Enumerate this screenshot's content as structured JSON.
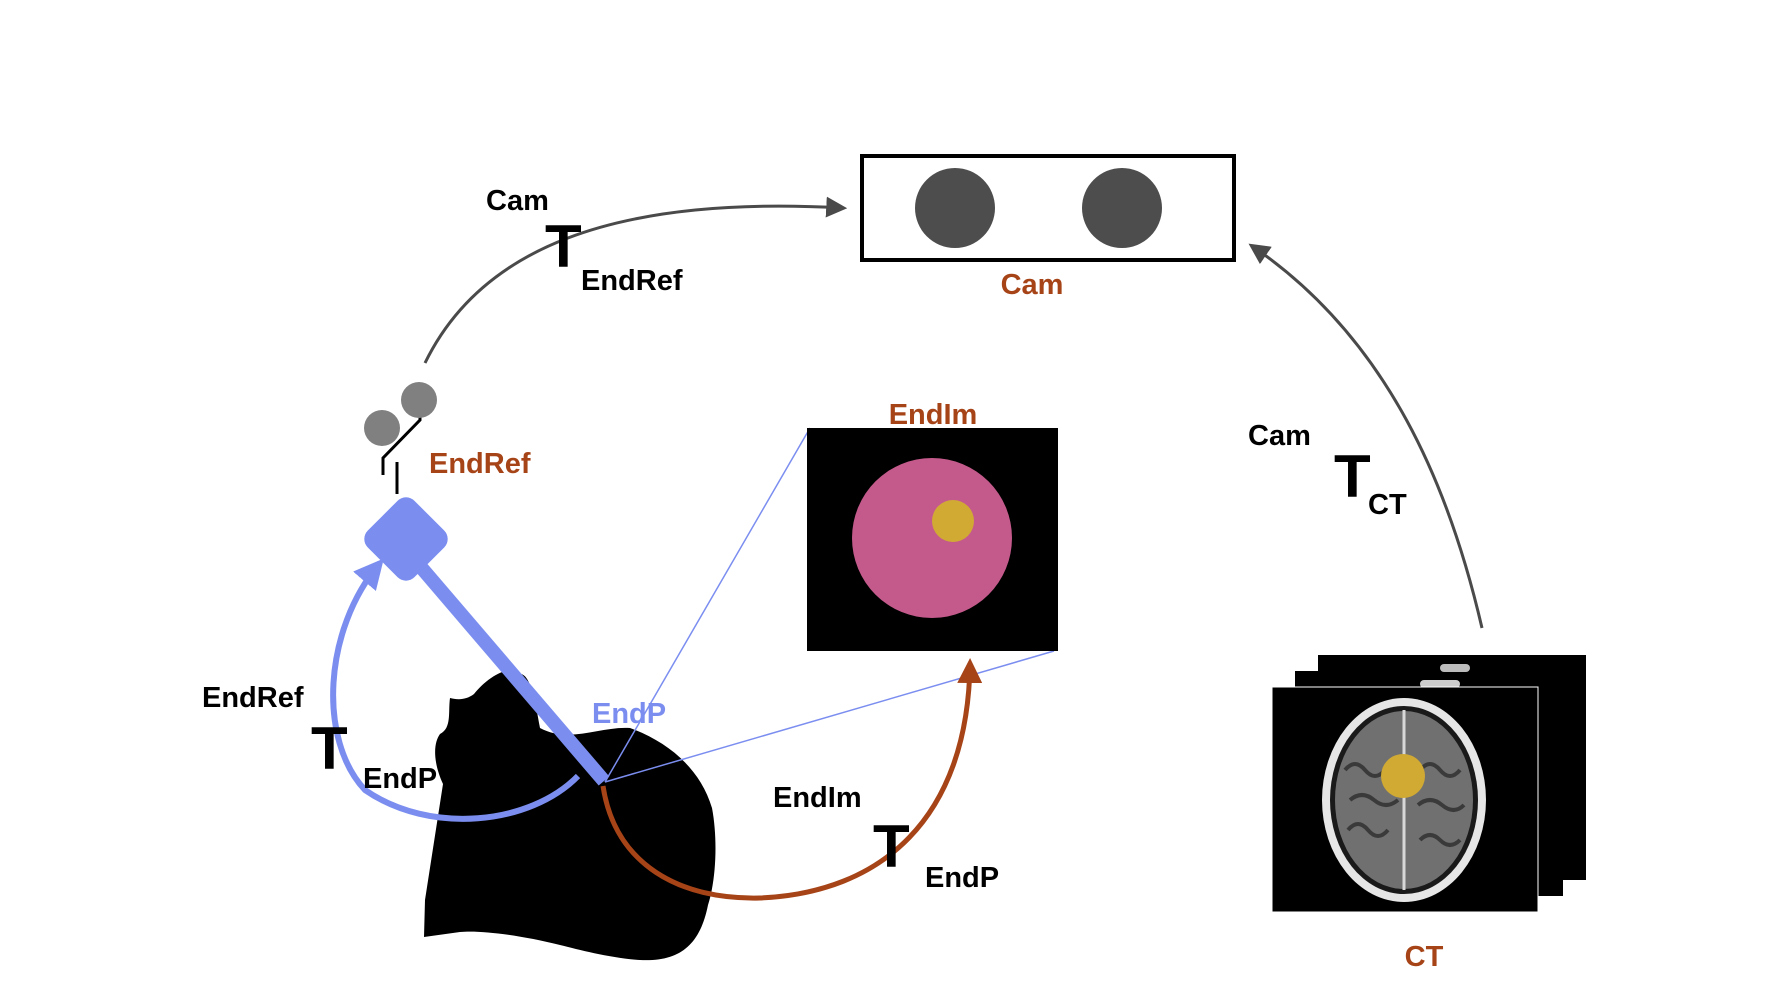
{
  "colors": {
    "frame_label": "#A64418",
    "endoscope_blue": "#7B8EF0",
    "camera_arrow": "#4a4a4a",
    "imaging_arrow": "#A64418",
    "tumor_yellow": "#D1AA34",
    "image_pink": "#C45A8B",
    "marker_gray": "#808080",
    "camera_lens": "#4d4d4d"
  },
  "frames": {
    "cam": "Cam",
    "endref": "EndRef",
    "endim": "EndIm",
    "endp": "EndP",
    "ct": "CT"
  },
  "transforms": [
    {
      "id": "cam_T_endref",
      "superscript": "Cam",
      "symbol": "T",
      "subscript": "EndRef"
    },
    {
      "id": "cam_T_ct",
      "superscript": "Cam",
      "symbol": "T",
      "subscript": "CT"
    },
    {
      "id": "endref_T_endp",
      "superscript": "EndRef",
      "symbol": "T",
      "subscript": "EndP"
    },
    {
      "id": "endim_T_endp",
      "superscript": "EndIm",
      "symbol": "T",
      "subscript": "EndP"
    }
  ],
  "icons": {
    "camera": "stereo-camera-icon",
    "markers": "tracking-marker-icon",
    "endoscope": "endoscope-icon",
    "head": "head-silhouette-icon",
    "endoscope_image": "endoscope-image-icon",
    "ct_stack": "ct-scan-stack-icon"
  }
}
